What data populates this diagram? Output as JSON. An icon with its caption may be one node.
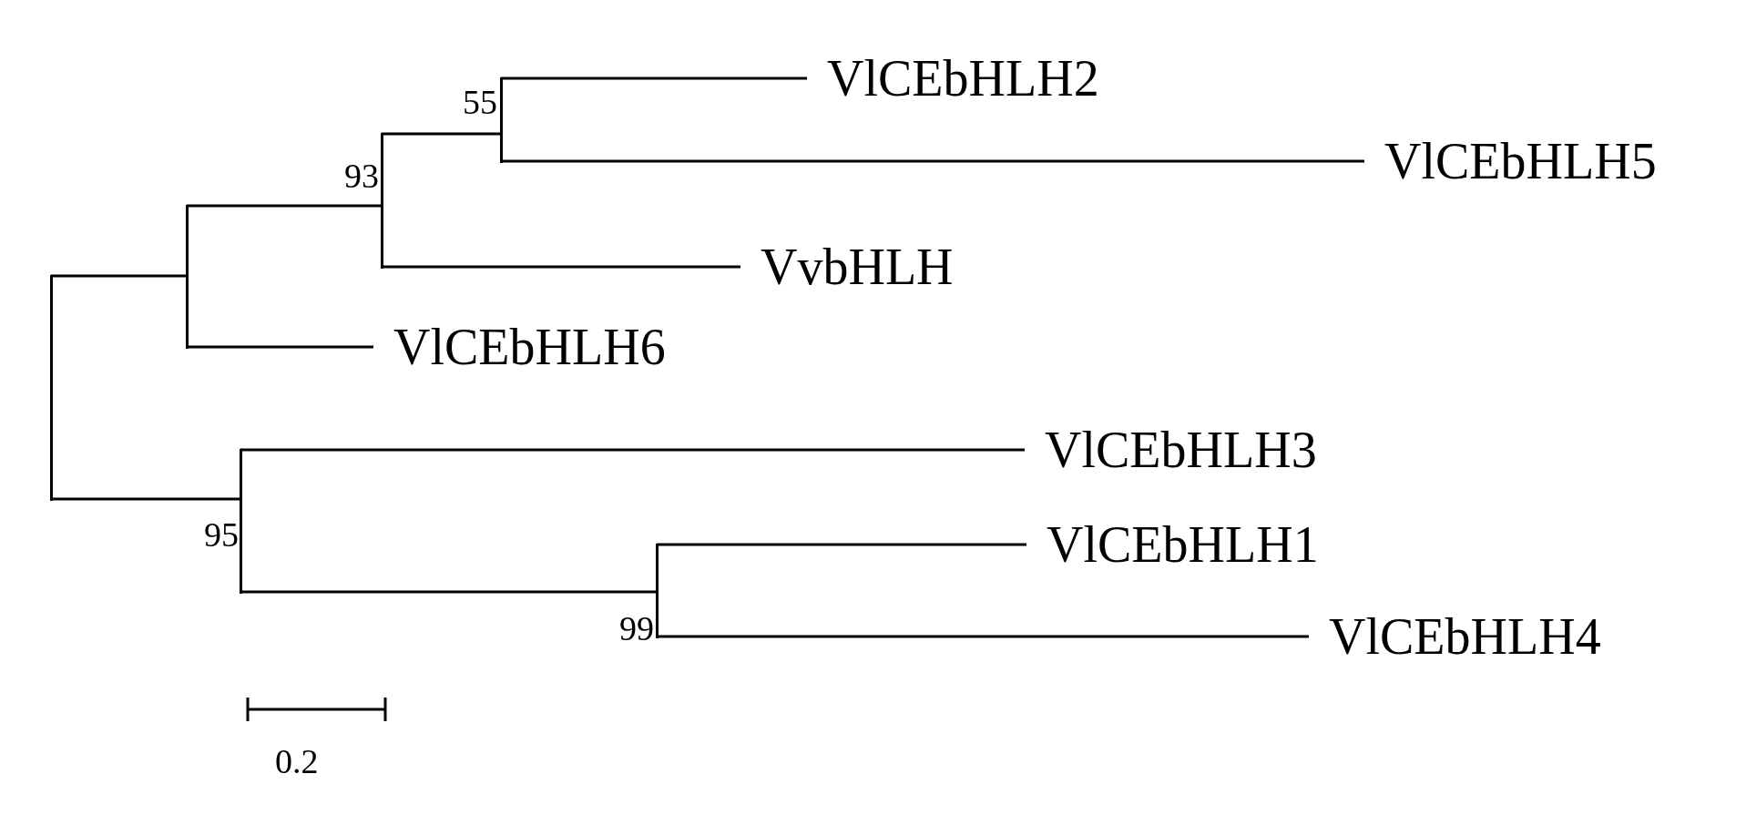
{
  "diagram": {
    "nodes": [
      {
        "text": [],
        "shape": "bar"
      },
      {
        "text": [],
        "shape": "bar"
      },
      {
        "text": [],
        "shape": "bar",
        "beside": [
          "93"
        ]
      },
      {
        "text": [],
        "shape": "bar",
        "beside": [
          "55"
        ]
      },
      {
        "text": [
          "VlCEbHLH2"
        ]
      },
      {
        "text": [
          "VlCEbHLH5"
        ]
      },
      {
        "text": [
          "VvbHLH"
        ]
      },
      {
        "text": [
          "VlCEbHLH6"
        ]
      },
      {
        "text": [],
        "shape": "bar",
        "beside": [
          "95"
        ]
      },
      {
        "text": [
          "VlCEbHLH3"
        ]
      },
      {
        "text": [],
        "shape": "bar",
        "beside": [
          "99"
        ]
      },
      {
        "text": [
          "VlCEbHLH1"
        ]
      },
      {
        "text": [
          "VlCEbHLH4"
        ]
      }
    ],
    "edges": [
      {
        "from": 0,
        "to": 1,
        "arrow": "none"
      },
      {
        "from": 0,
        "to": 8,
        "arrow": "none"
      },
      {
        "from": 1,
        "to": 2,
        "arrow": "none"
      },
      {
        "from": 1,
        "to": 7,
        "arrow": "none"
      },
      {
        "from": 2,
        "to": 3,
        "arrow": "none"
      },
      {
        "from": 2,
        "to": 6,
        "arrow": "none"
      },
      {
        "from": 3,
        "to": 4,
        "arrow": "none"
      },
      {
        "from": 3,
        "to": 5,
        "arrow": "none"
      },
      {
        "from": 8,
        "to": 9,
        "arrow": "none"
      },
      {
        "from": 8,
        "to": 10,
        "arrow": "none"
      },
      {
        "from": 10,
        "to": 11,
        "arrow": "none"
      },
      {
        "from": 10,
        "to": 12,
        "arrow": "none"
      }
    ],
    "labels": [
      "0.2"
    ]
  }
}
